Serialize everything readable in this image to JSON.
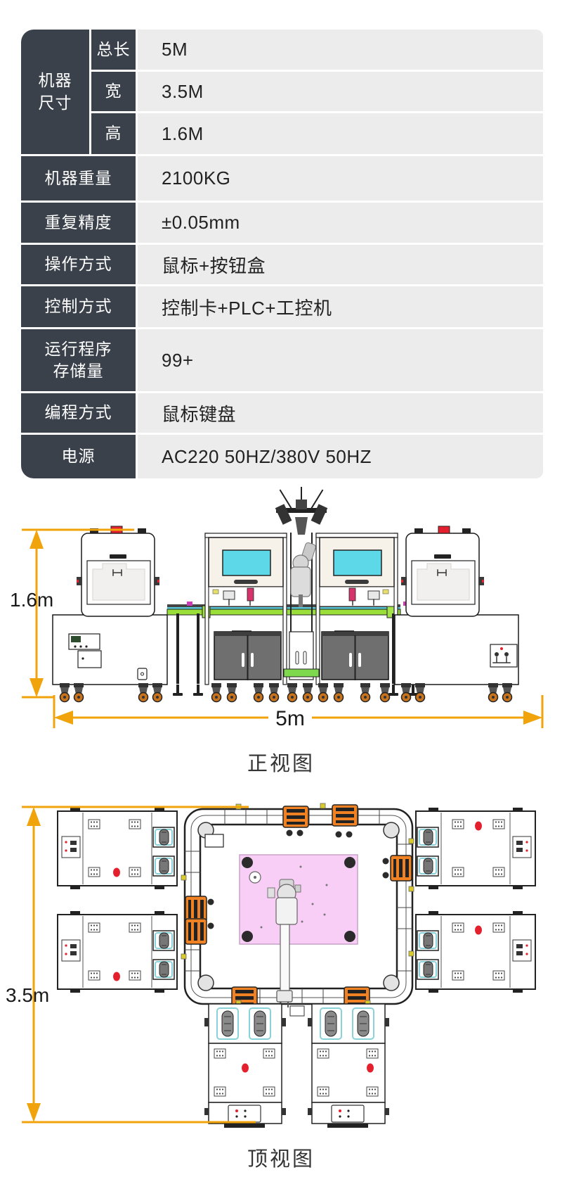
{
  "colors": {
    "accent_dimension": "#F0A30A",
    "table_header_bg": "#3A414B",
    "table_value_bg": "#ECECEC",
    "screen_cyan": "#5CD8E8",
    "enclosure_cream": "#F7F2E9",
    "conveyor_green": "#9ADE3A",
    "plate_pink": "#F8CEF6",
    "clamp_orange": "#F08223",
    "alarm_red": "#E5202E",
    "cabinet_gray": "#6F6F6F"
  },
  "spec_table": {
    "dimension_group_label": "机器尺寸",
    "dimension_rows": [
      {
        "label": "总长",
        "value": "5M"
      },
      {
        "label": "宽",
        "value": "3.5M"
      },
      {
        "label": "高",
        "value": "1.6M"
      }
    ],
    "rows": [
      {
        "label": "机器重量",
        "value": "2100KG"
      },
      {
        "label": "重复精度",
        "value": "±0.05mm"
      },
      {
        "label": "操作方式",
        "value": "鼠标+按钮盒"
      },
      {
        "label": "控制方式",
        "value": "控制卡+PLC+工控机"
      },
      {
        "label": "运行程序存储量",
        "value": "99+"
      },
      {
        "label": "编程方式",
        "value": "鼠标键盘"
      },
      {
        "label": "电源",
        "value": "AC220 50HZ/380V 50HZ"
      }
    ]
  },
  "front_view": {
    "caption": "正视图",
    "height_dimension": "1.6m",
    "width_dimension": "5m"
  },
  "top_view": {
    "caption": "顶视图",
    "depth_dimension": "3.5m"
  }
}
